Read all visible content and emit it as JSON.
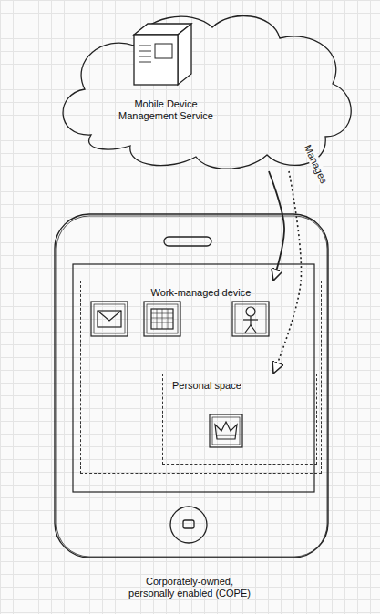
{
  "diagram": {
    "caption": "Corporately-owned, personally enabled (COPE)",
    "nodes": [
      {
        "text": [
          "Mobile Device Management Service"
        ]
      },
      {
        "text": [
          "Work-managed device"
        ]
      },
      {
        "text": [
          "Personal space"
        ],
        "in": 1
      }
    ],
    "edges": [
      {
        "from": 0,
        "to": 1,
        "arrow": "to"
      },
      {
        "from": 0,
        "to": 2,
        "label": "Manages",
        "arrow": "to"
      }
    ]
  }
}
